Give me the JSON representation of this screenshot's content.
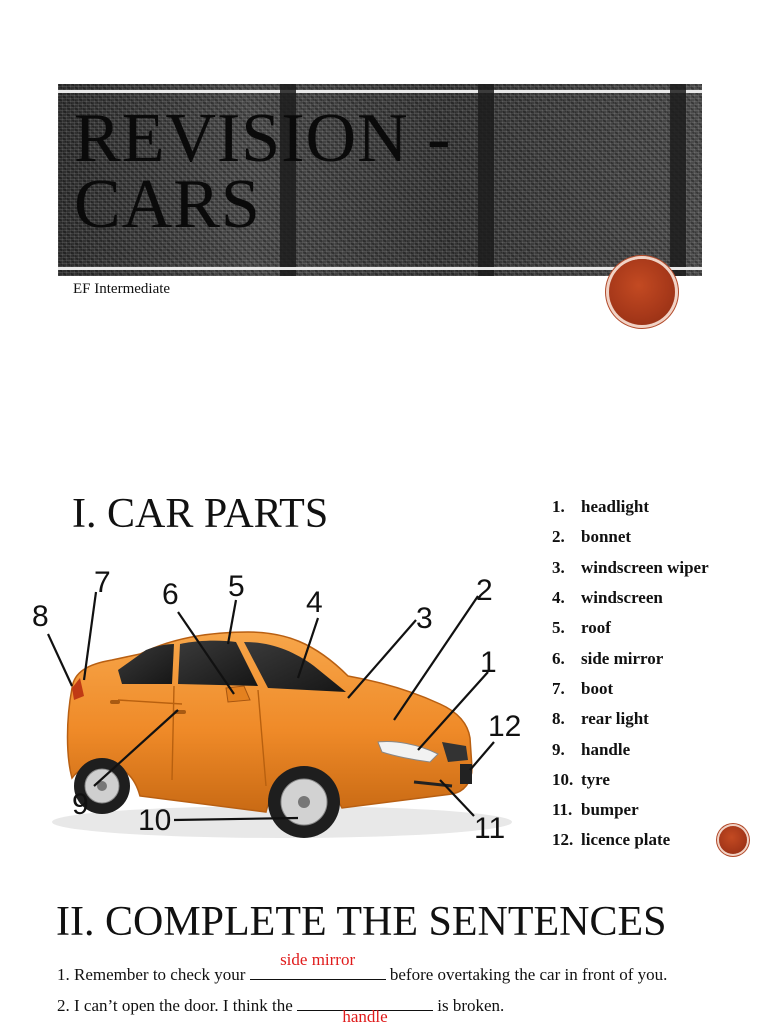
{
  "slide1": {
    "title_line1": "Revision -",
    "title_line2": "Cars",
    "subtitle": "EF Intermediate",
    "accent_color": "#a8391a"
  },
  "slide2": {
    "heading": "I. CAR PARTS",
    "callouts": [
      "1",
      "2",
      "3",
      "4",
      "5",
      "6",
      "7",
      "8",
      "9",
      "10",
      "11",
      "12"
    ],
    "car_color": "#f28c2a",
    "parts": [
      {
        "num": "1.",
        "label": "headlight"
      },
      {
        "num": "2.",
        "label": "bonnet"
      },
      {
        "num": "3.",
        "label": "windscreen wiper"
      },
      {
        "num": "4.",
        "label": "windscreen"
      },
      {
        "num": "5.",
        "label": "roof"
      },
      {
        "num": "6.",
        "label": "side mirror"
      },
      {
        "num": "7.",
        "label": "boot"
      },
      {
        "num": "8.",
        "label": "rear light"
      },
      {
        "num": "9.",
        "label": "handle"
      },
      {
        "num": "10.",
        "label": "tyre"
      },
      {
        "num": "11.",
        "label": "bumper"
      },
      {
        "num": "12.",
        "label": "licence plate"
      }
    ]
  },
  "slide3": {
    "heading": "II. COMPLETE THE SENTENCES",
    "sentences": [
      {
        "before": "1. Remember to check your ",
        "answer": "side mirror",
        "after": " before overtaking the car in front of you."
      },
      {
        "before": "2. I can’t open the door. I think the ",
        "answer": "handle",
        "after": " is broken."
      }
    ],
    "answer_color": "#e01b1b"
  }
}
